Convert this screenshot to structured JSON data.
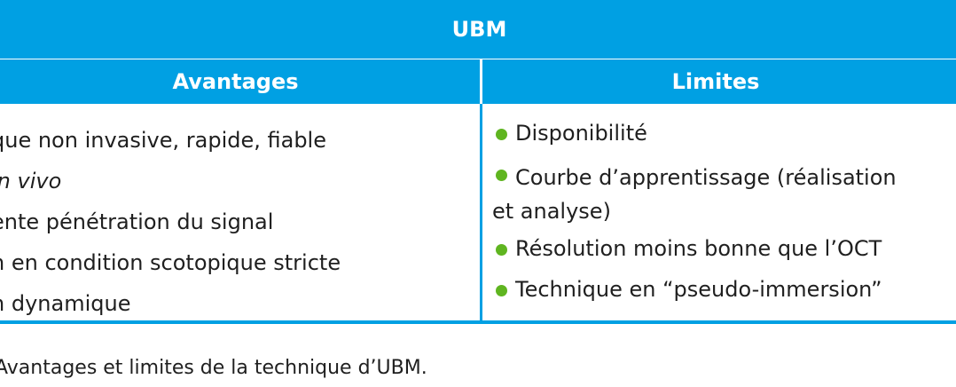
{
  "table": {
    "title": "UBM",
    "col_left_header": "Avantages",
    "col_right_header": "Limites",
    "advantages": [
      "que non invasive, rapide, fiable",
      "in vivo",
      "ente pénétration du signal",
      "n en condition scotopique stricte",
      "n dynamique"
    ],
    "limits": [
      "Disponibilité",
      "Courbe d’apprentissage (réalisation",
      "et analyse)",
      "Résolution moins bonne que l’OCT",
      "Technique en “pseudo-immersion”"
    ],
    "bullet_color": "#5fb520",
    "accent_color": "#00a0e3"
  },
  "caption": "Avantages et limites de la technique d’UBM."
}
